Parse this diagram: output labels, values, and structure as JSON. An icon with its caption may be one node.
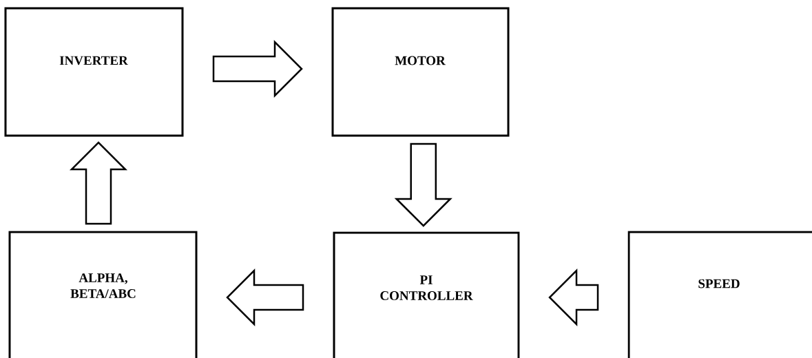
{
  "diagram": {
    "nodes": [
      {
        "text": [
          "INVERTER"
        ]
      },
      {
        "text": [
          "MOTOR"
        ]
      },
      {
        "text": [
          "ALPHA, BETA/ABC"
        ]
      },
      {
        "text": [
          "PI CONTROLLER"
        ]
      },
      {
        "text": [
          "SPEED"
        ]
      }
    ],
    "edges": [
      {
        "from": 0,
        "to": 1,
        "arrow": "to"
      },
      {
        "from": 1,
        "to": 3,
        "arrow": "to"
      },
      {
        "from": 4,
        "to": 3,
        "arrow": "to"
      },
      {
        "from": 3,
        "to": 2,
        "arrow": "to"
      },
      {
        "from": 2,
        "to": 0,
        "arrow": "to"
      }
    ]
  }
}
